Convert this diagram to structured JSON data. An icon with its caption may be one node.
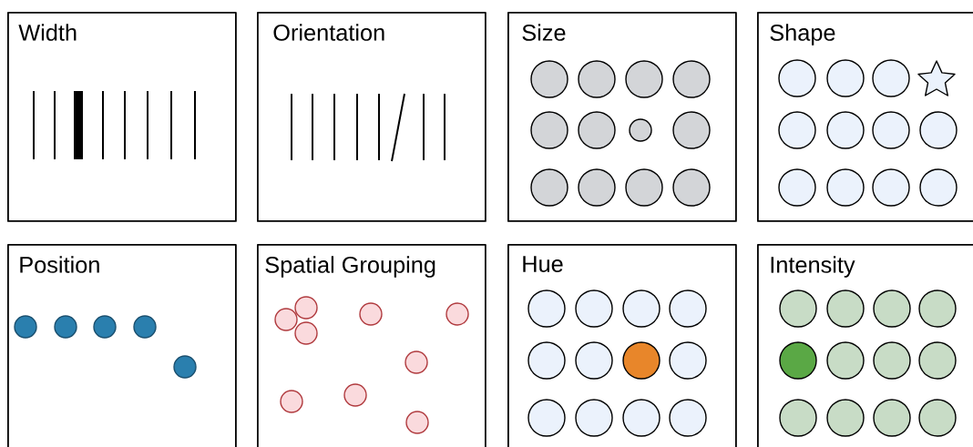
{
  "diagram": {
    "nodes": [
      {
        "text": [
          "Width"
        ]
      },
      {
        "text": [
          "Orientation"
        ]
      },
      {
        "text": [
          "Size"
        ]
      },
      {
        "text": [
          "Shape"
        ]
      },
      {
        "text": [
          "Position"
        ]
      },
      {
        "text": [
          "Spatial Grouping"
        ]
      },
      {
        "text": [
          "Hue"
        ]
      },
      {
        "text": [
          "Intensity"
        ]
      }
    ]
  }
}
